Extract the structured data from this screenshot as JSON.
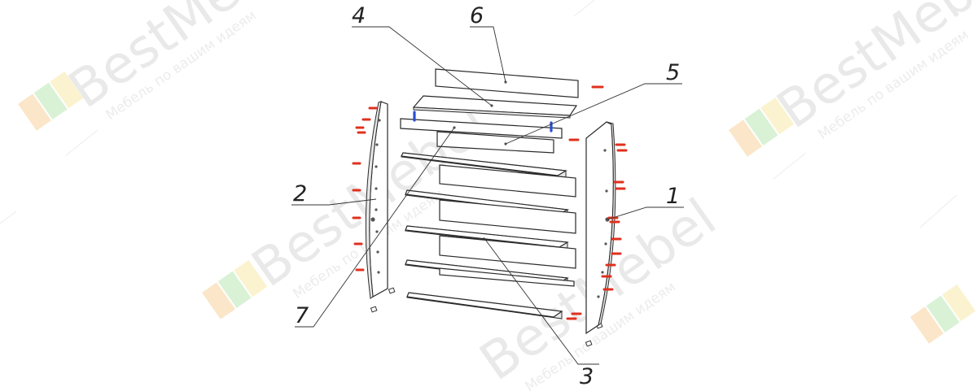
{
  "watermark": {
    "brand": "BestMebel",
    "tagline": "Мебель по вашим идеям"
  },
  "parts": [
    {
      "id": "1",
      "label": "1"
    },
    {
      "id": "2",
      "label": "2"
    },
    {
      "id": "3",
      "label": "3"
    },
    {
      "id": "4",
      "label": "4"
    },
    {
      "id": "5",
      "label": "5"
    },
    {
      "id": "6",
      "label": "6"
    },
    {
      "id": "7",
      "label": "7"
    }
  ],
  "colors": {
    "fastener": "#e0301e",
    "dowel": "#2a4fd4",
    "line": "#2a2a2a",
    "watermark_text": "#e9e9e9",
    "logo_orange": "#f7b36a",
    "logo_green": "#9fdc9a",
    "logo_yellow": "#f6e58a"
  }
}
